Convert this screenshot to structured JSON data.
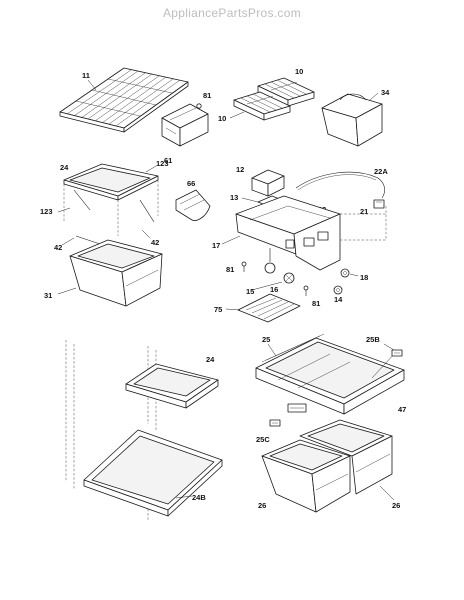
{
  "watermark": "AppliancePartsPros.com",
  "labels": {
    "p11": "11",
    "p81a": "81",
    "p61": "61",
    "p10a": "10",
    "p10b": "10",
    "p34": "34",
    "p24a": "24",
    "p123a": "123",
    "p123b": "123",
    "p42a": "42",
    "p42b": "42",
    "p31": "31",
    "p66": "66",
    "p12": "12",
    "p13": "13",
    "p22a": "22A",
    "p23": "23",
    "p21": "21",
    "p17": "17",
    "p81b": "81",
    "p16": "16",
    "p18": "18",
    "p15": "15",
    "p81c": "81",
    "p14": "14",
    "p75": "75",
    "p24b": "24",
    "p24bb": "24B",
    "p25": "25",
    "p25b": "25B",
    "p47": "47",
    "p25c": "25C",
    "p26a": "26",
    "p26b": "26"
  }
}
